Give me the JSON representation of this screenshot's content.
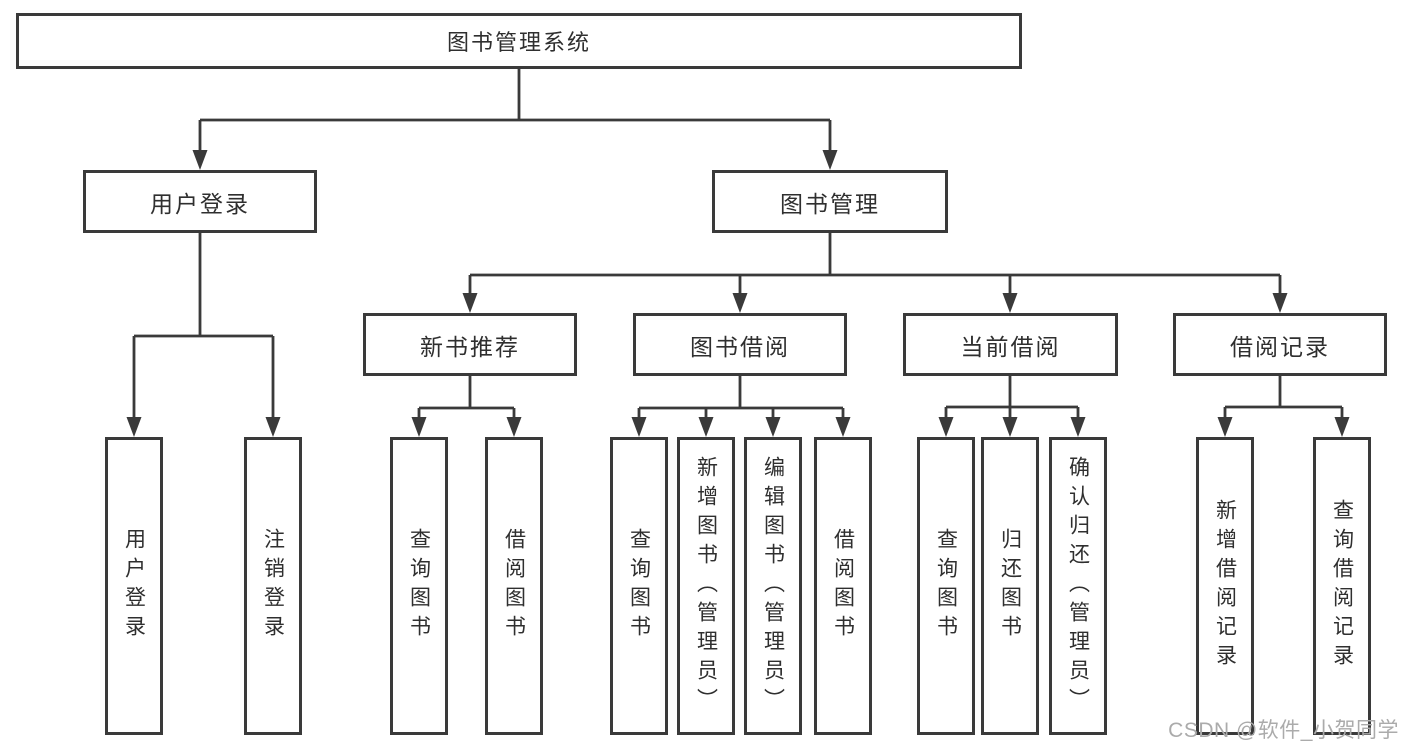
{
  "tree": {
    "label": "图书管理系统",
    "children": [
      {
        "label": "用户登录",
        "children": [
          {
            "label": "用户登录"
          },
          {
            "label": "注销登录"
          }
        ]
      },
      {
        "label": "图书管理",
        "children": [
          {
            "label": "新书推荐",
            "children": [
              {
                "label": "查询图书"
              },
              {
                "label": "借阅图书"
              }
            ]
          },
          {
            "label": "图书借阅",
            "children": [
              {
                "label": "查询图书"
              },
              {
                "label": "新增图书（管理员）"
              },
              {
                "label": "编辑图书（管理员）"
              },
              {
                "label": "借阅图书"
              }
            ]
          },
          {
            "label": "当前借阅",
            "children": [
              {
                "label": "查询图书"
              },
              {
                "label": "归还图书"
              },
              {
                "label": "确认归还（管理员）"
              }
            ]
          },
          {
            "label": "借阅记录",
            "children": [
              {
                "label": "新增借阅记录"
              },
              {
                "label": "查询借阅记录"
              }
            ]
          }
        ]
      }
    ]
  },
  "watermark": {
    "text": "CSDN @软件_小贺同学"
  },
  "colors": {
    "line": "#3a3a3a",
    "text": "#2f2f2f",
    "watermark": "#ababab",
    "background": "#ffffff"
  }
}
